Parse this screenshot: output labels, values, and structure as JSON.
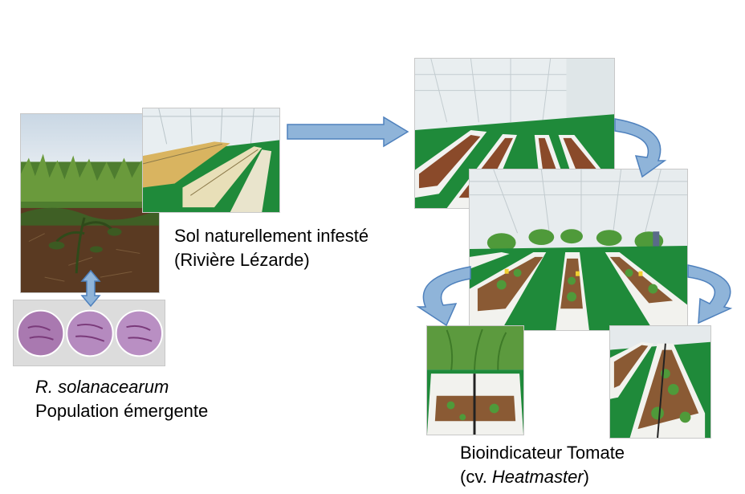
{
  "captions": {
    "field_soil": {
      "line1": "Sol naturellement infesté",
      "line2": "(Rivière Lézarde)"
    },
    "pathogen": {
      "line1": "R. solanacearum",
      "line2": "Population émergente"
    },
    "bioindicator": {
      "line1": "Bioindicateur Tomate",
      "line2_prefix": "(cv. ",
      "line2_cultivar": "Heatmaster",
      "line2_suffix": ")"
    }
  },
  "colors": {
    "arrow_fill": "#8fb4d9",
    "arrow_stroke": "#4f81bd",
    "greenhouse_floor": "#1f8a3a",
    "petri_agar": "#b58abf"
  }
}
